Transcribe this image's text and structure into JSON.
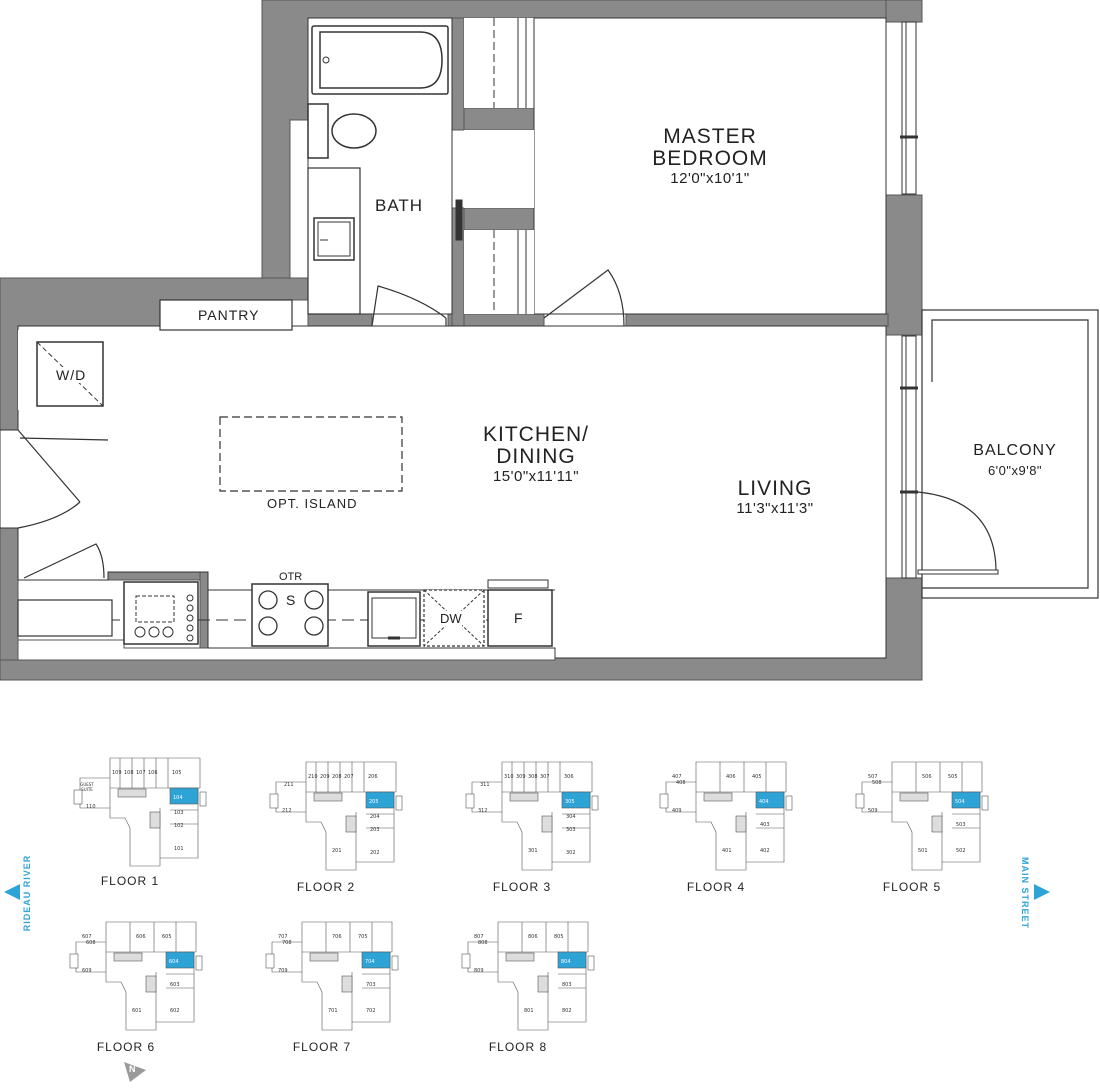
{
  "rooms": {
    "master_bedroom": {
      "name_line1": "MASTER",
      "name_line2": "BEDROOM",
      "dims": "12'0\"x10'1\""
    },
    "bath": {
      "name": "BATH"
    },
    "pantry": {
      "name": "PANTRY"
    },
    "wd": {
      "name": "W/D"
    },
    "kitchen": {
      "name_line1": "KITCHEN/",
      "name_line2": "DINING",
      "dims": "15'0\"x11'11\""
    },
    "living": {
      "name": "LIVING",
      "dims": "11'3\"x11'3\""
    },
    "balcony": {
      "name": "BALCONY",
      "dims": "6'0\"x9'8\""
    },
    "opt_island": {
      "name": "OPT. ISLAND"
    },
    "otr": {
      "name": "OTR"
    },
    "stove": {
      "name": "S"
    },
    "dishwasher": {
      "name": "DW"
    },
    "fridge": {
      "name": "F"
    }
  },
  "floors": [
    {
      "label": "FLOOR 1",
      "units": {
        "left": "110",
        "guest": "GUEST SUITE",
        "top": [
          "109",
          "108",
          "107",
          "106",
          "105"
        ],
        "hl": "104",
        "right": [
          "103",
          "102",
          "101"
        ],
        "bottom": []
      }
    },
    {
      "label": "FLOOR 2",
      "units": {
        "left": "212",
        "upper_left": "211",
        "top": [
          "210",
          "209",
          "208",
          "207",
          "206"
        ],
        "hl": "205",
        "right": [
          "204",
          "203",
          "202"
        ],
        "bottom": [
          "201"
        ]
      }
    },
    {
      "label": "FLOOR 3",
      "units": {
        "left": "312",
        "upper_left": "311",
        "top": [
          "310",
          "309",
          "308",
          "307",
          "306"
        ],
        "hl": "305",
        "right": [
          "304",
          "303",
          "302"
        ],
        "bottom": [
          "301"
        ]
      }
    },
    {
      "label": "FLOOR 4",
      "units": {
        "left": "409",
        "upper_left": "408",
        "top": [
          "407",
          "406",
          "405"
        ],
        "hl": "404",
        "right": [
          "403",
          "402"
        ],
        "bottom": [
          "401"
        ]
      }
    },
    {
      "label": "FLOOR 5",
      "units": {
        "left": "509",
        "upper_left": "508",
        "top": [
          "507",
          "506",
          "505"
        ],
        "hl": "504",
        "right": [
          "503",
          "502"
        ],
        "bottom": [
          "501"
        ]
      }
    },
    {
      "label": "FLOOR 6",
      "units": {
        "left": "609",
        "upper_left": "608",
        "top": [
          "607",
          "606",
          "605"
        ],
        "hl": "604",
        "right": [
          "603",
          "602"
        ],
        "bottom": [
          "601"
        ]
      }
    },
    {
      "label": "FLOOR 7",
      "units": {
        "left": "709",
        "upper_left": "708",
        "top": [
          "707",
          "706",
          "705"
        ],
        "hl": "704",
        "right": [
          "703",
          "702"
        ],
        "bottom": [
          "701"
        ]
      }
    },
    {
      "label": "FLOOR 8",
      "units": {
        "left": "809",
        "upper_left": "808",
        "top": [
          "807",
          "806",
          "805"
        ],
        "hl": "804",
        "right": [
          "803",
          "802"
        ],
        "bottom": [
          "801"
        ]
      }
    }
  ],
  "streets": {
    "left": "RIDEAU RIVER",
    "right": "MAIN STREET"
  },
  "compass": {
    "label": "N"
  },
  "colors": {
    "wall": "#8a8a8a",
    "highlight": "#2ea3d6",
    "line": "#333333"
  }
}
